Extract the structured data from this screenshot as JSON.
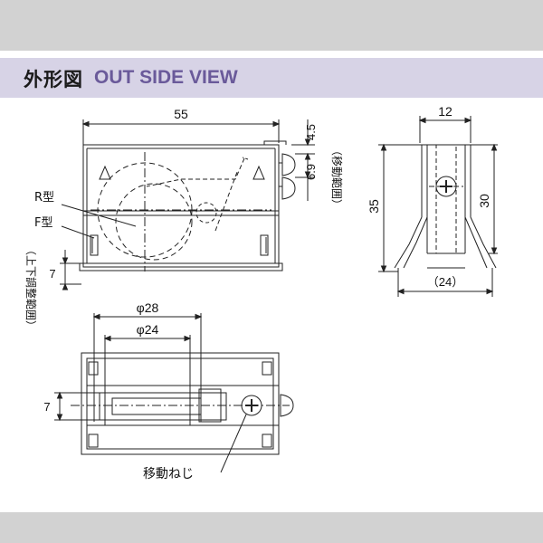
{
  "header": {
    "title_jp": "外形図",
    "title_en": "OUT SIDE VIEW"
  },
  "dimensions": {
    "width_55": "55",
    "height_4_5": "4.5",
    "height_6_9": "6.9",
    "move_range": "（移動範囲）",
    "r_type": "R型",
    "f_type": "F型",
    "adjust_range": "（上下調整範囲）",
    "adjust_7": "7",
    "side_12": "12",
    "side_35": "35",
    "side_30": "30",
    "side_24": "（24）",
    "phi_28": "φ28",
    "phi_24": "φ24",
    "bottom_7": "7",
    "screw_label": "移動ねじ"
  },
  "colors": {
    "header_bg": "#d7d3e6",
    "title_en": "#6a5a9a",
    "frame": "#d2d2d2"
  }
}
